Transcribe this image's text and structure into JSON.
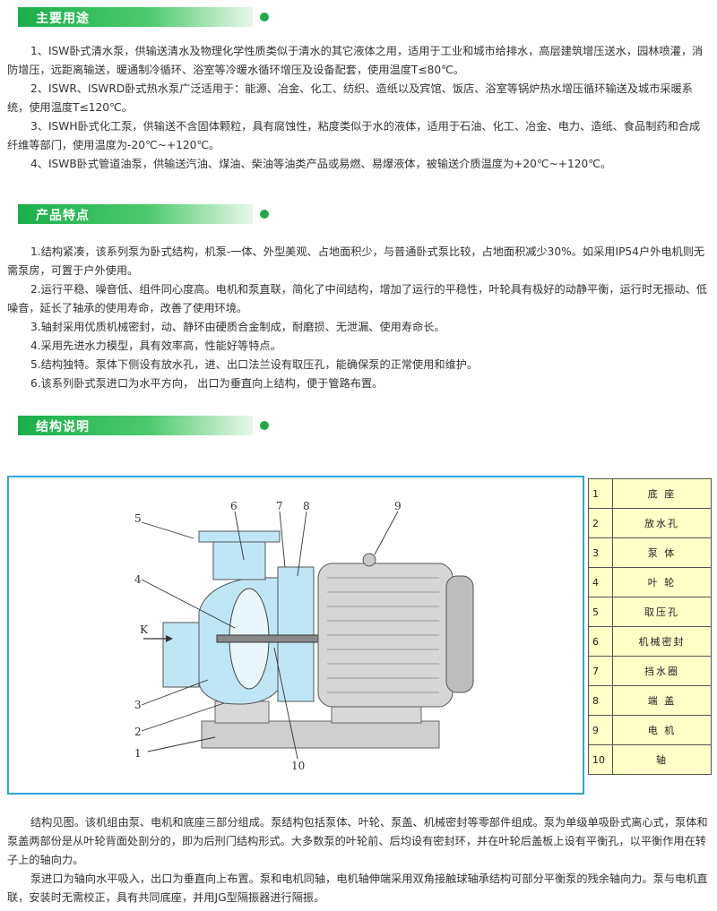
{
  "sections": {
    "usage": {
      "title": "主要用途",
      "paragraphs": [
        "1、ISW卧式清水泵，供输送清水及物理化学性质类似于清水的其它液体之用，适用于工业和城市给排水，高层建筑增压送水，园林喷灌，消防增压，远距离输送，暖通制冷循环、浴室等冷暖水循环增压及设备配套，使用温度T≤80℃。",
        "2、ISWR、ISWRD卧式热水泵广泛适用于：能源、冶金、化工、纺织、造纸以及宾馆、饭店、浴室等锅炉热水增压循环输送及城市采暖系统，使用温度T≤120℃。",
        "3、ISWH卧式化工泵，供输送不含固体颗粒，具有腐蚀性，粘度类似于水的液体，适用于石油、化工、冶金、电力、造纸、食品制药和合成纤维等部门，使用温度为-20℃~+120℃。",
        "4、ISWB卧式管道油泵，供输送汽油、煤油、柴油等油类产品或易燃、易爆液体，被输送介质温度为+20℃~+120℃。"
      ]
    },
    "features": {
      "title": "产品特点",
      "paragraphs": [
        "1.结构紧凑，该系列泵为卧式结构，机泵-一体、外型美观、占地面积少，与普通卧式泵比较，占地面积减少30%。如采用IP54户外电机则无需泵房，可置于户外使用。",
        "2.运行平稳、噪音低、组件同心度高。电机和泵直联，简化了中间结构，增加了运行的平稳性，叶轮具有极好的动静平衡，运行时无振动、低噪音，延长了轴承的使用寿命，改善了使用环境。",
        "3.轴封采用优质机械密封，动、静环由硬质合金制成，耐磨损、无泄漏、使用寿命长。",
        "4.采用先进水力模型，具有效率高，性能好等特点。",
        "5.结构独特。泵体下侧设有放水孔，进、出口法兰设有取压孔，能确保泵的正常使用和维护。",
        "6.该系列卧式泵进口为水平方向， 出口为垂直向上结构，便于管路布置。"
      ]
    },
    "structure": {
      "title": "结构说明"
    }
  },
  "diagram": {
    "callouts": [
      "1",
      "2",
      "3",
      "4",
      "5",
      "6",
      "7",
      "8",
      "9",
      "10"
    ],
    "arrow_label": "K"
  },
  "legend": [
    {
      "num": "1",
      "label": "底 座"
    },
    {
      "num": "2",
      "label": "放水孔"
    },
    {
      "num": "3",
      "label": "泵 体"
    },
    {
      "num": "4",
      "label": "叶 轮"
    },
    {
      "num": "5",
      "label": "取压孔"
    },
    {
      "num": "6",
      "label": "机械密封"
    },
    {
      "num": "7",
      "label": "挡水圈"
    },
    {
      "num": "8",
      "label": "端 盖"
    },
    {
      "num": "9",
      "label": "电 机"
    },
    {
      "num": "10",
      "label": "轴"
    }
  ],
  "description": [
    "结构见图。该机组由泵、电机和底座三部分组成。泵结构包括泵体、叶轮、泵盖、机械密封等零部件组成。泵为单级单吸卧式离心式，泵体和泵盖两部份是从叶轮背面处剖分的，即为后刑门结构形式。大多数泵的叶轮前、后均设有密封环，并在叶轮后盖板上设有平衡孔，以平衡作用在转子上的轴向力。",
    "泵进口为轴向水平吸入，出口为垂直向上布置。泵和电机同轴，电机轴伸端采用双角接触球轴承结构可部分平衡泵的残余轴向力。泵与电机直联，安装时无需校正，具有共同底座，并用JG型隔振器进行隔振。"
  ],
  "colors": {
    "accent_green": "#1aaf4a",
    "frame_blue": "#2ea5dc",
    "legend_bg": "#ffffc8",
    "pump_blue": "#bfe6f5"
  }
}
